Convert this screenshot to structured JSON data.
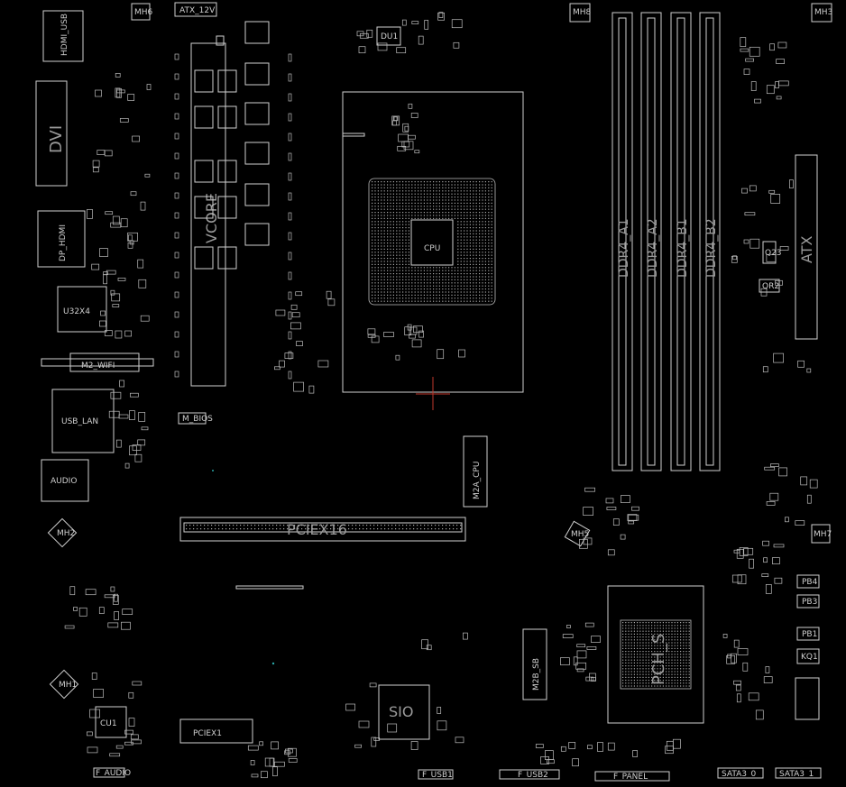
{
  "labels": {
    "mh6_top": "MH6",
    "atx_12v": "ATX_12V",
    "mh8": "MH8",
    "hdmi_usb": "HDMI_USB",
    "dvi": "DVI",
    "dp_hdmi": "DP_HDMI",
    "u32x4": "U32X4",
    "m2_wifi": "M2_WIFI",
    "usb_lan": "USB_LAN",
    "audio": "AUDIO",
    "mh2": "MH2",
    "mh1": "MH1",
    "cu1": "CU1",
    "f_audio": "F_AUDIO",
    "pciex1": "PCIEX1",
    "m_bios": "M_BIOS",
    "pciex16": "PCIEX16",
    "m2a_cpu": "M2A_CPU",
    "m2b_sb": "M2B_SB",
    "sio": "SIO",
    "du1": "DU1",
    "cpu_socket": "CPU",
    "ddr_a1": "DDR4_A1",
    "ddr_a2": "DDR4_A2",
    "ddr_b1": "DDR4_B1",
    "ddr_b2": "DDR4_B2",
    "atx": "ATX",
    "pch": "PCH_S",
    "mh3": "MH3",
    "mh7": "MH7",
    "mh5": "MH5",
    "q23": "Q23",
    "qr2": "QR2",
    "pb4": "PB4",
    "pb3": "PB3",
    "pb1": "PB1",
    "kq1": "KQ1",
    "f_usb1": "F_USB1",
    "f_usb2": "F_USB2",
    "f_panel": "F_PANEL",
    "sata3_0": "SATA3_0",
    "sata3_1": "SATA3_1",
    "vrm_label": "VCORE"
  },
  "colors": {
    "background": "#000000",
    "outline": "#cfcfcf",
    "marker": "#c0392b",
    "accent_dot": "#2aa7a7"
  }
}
